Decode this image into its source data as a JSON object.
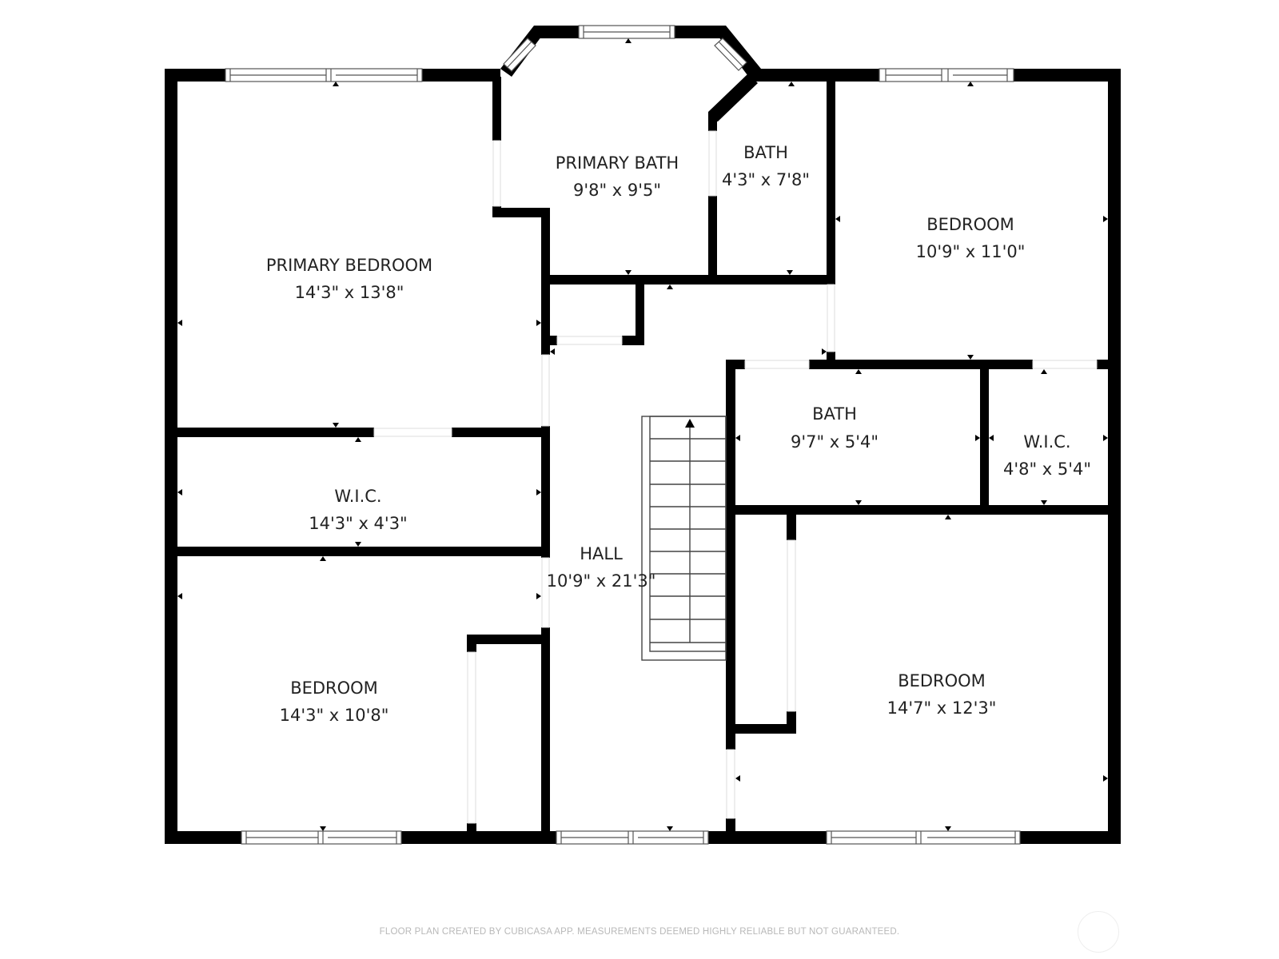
{
  "floor_plan": {
    "rooms": [
      {
        "id": "primary-bedroom",
        "name": "PRIMARY BEDROOM",
        "size": "14'3\" x 13'8\""
      },
      {
        "id": "primary-bath",
        "name": "PRIMARY BATH",
        "size": "9'8\" x 9'5\""
      },
      {
        "id": "bath-upper",
        "name": "BATH",
        "size": "4'3\" x 7'8\""
      },
      {
        "id": "bedroom-ne",
        "name": "BEDROOM",
        "size": "10'9\" x 11'0\""
      },
      {
        "id": "wic-west",
        "name": "W.I.C.",
        "size": "14'3\" x 4'3\""
      },
      {
        "id": "hall",
        "name": "HALL",
        "size": "10'9\" x 21'3\""
      },
      {
        "id": "bath-mid",
        "name": "BATH",
        "size": "9'7\" x 5'4\""
      },
      {
        "id": "wic-east",
        "name": "W.I.C.",
        "size": "4'8\" x 5'4\""
      },
      {
        "id": "bedroom-sw",
        "name": "BEDROOM",
        "size": "14'3\" x 10'8\""
      },
      {
        "id": "bedroom-se",
        "name": "BEDROOM",
        "size": "14'7\" x 12'3\""
      }
    ],
    "stairs": {
      "direction": "up",
      "steps": 11
    },
    "colors": {
      "wall": "#000000",
      "background": "#ffffff",
      "footer_text": "#b8b8b8"
    }
  },
  "footer": {
    "disclaimer": "FLOOR PLAN CREATED BY CUBICASA APP. MEASUREMENTS DEEMED HIGHLY RELIABLE BUT NOT GUARANTEED."
  }
}
